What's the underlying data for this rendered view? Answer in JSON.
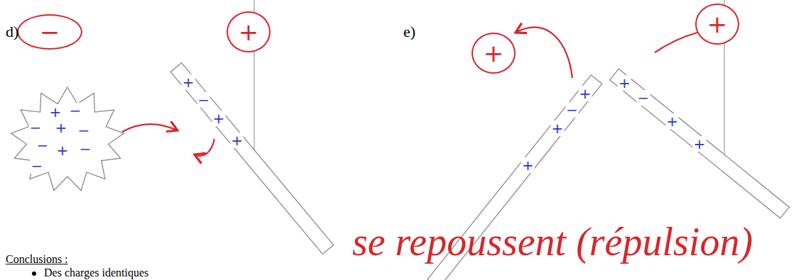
{
  "diagram": {
    "nodes": [
      {
        "text": [
          "−"
        ]
      },
      {
        "text": [
          "+"
        ]
      },
      {
        "text": [
          "+"
        ]
      },
      {
        "text": [
          "+"
        ]
      }
    ],
    "labels": [
      "d)",
      "+",
      "−",
      "−",
      "+",
      "−",
      "−",
      "+",
      "−",
      "−",
      "+",
      "−",
      "+",
      "+",
      "e)",
      "+",
      "−",
      "+",
      "+",
      "+",
      "−",
      "+",
      "+",
      "Conclusions :",
      "Des charges identiques",
      "se repoussent (répulsion)"
    ]
  }
}
